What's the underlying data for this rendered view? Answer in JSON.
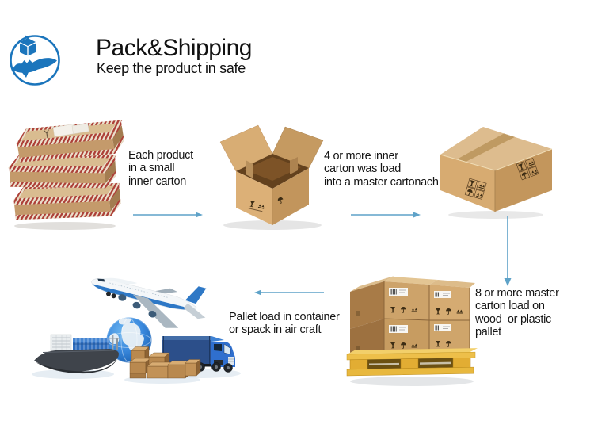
{
  "header": {
    "title": "Pack&Shipping",
    "subtitle": "Keep the product in safe",
    "logo": "gift-box-on-hand-airplane"
  },
  "captions": {
    "step1": "Each product\nin a small\ninner carton",
    "step2": "4 or more inner\ncarton was load\ninto a master cartonach",
    "pallet": "8 or more master\ncarton load on\nwood  or plastic\npallet",
    "transport": "Pallet load in container\nor spack in air craft"
  },
  "images": {
    "step1": "stacked-inner-cartons",
    "step2": "open-master-carton",
    "step3": "closed-master-carton",
    "step4": "cartons-on-wooden-pallet",
    "step5": "airplane-globe-ship-truck-cartons"
  },
  "colors": {
    "accent_blue": "#1b75bc",
    "arrow_blue": "#5ea2c8",
    "carton_tan": "#d2a76f",
    "pallet_yellow": "#e9b63a",
    "text": "#1c1c1c"
  }
}
